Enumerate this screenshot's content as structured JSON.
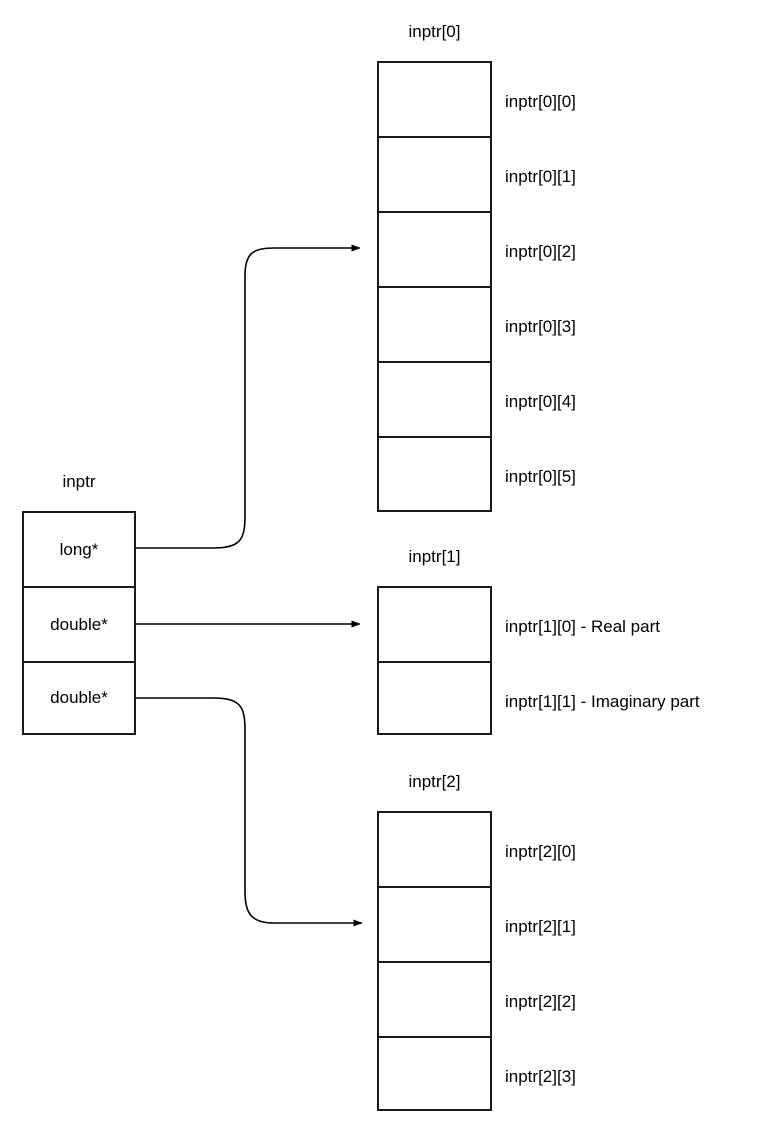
{
  "diagram": {
    "title_struct": "inptr",
    "struct_fields": [
      {
        "label": "long*"
      },
      {
        "label": "double*"
      },
      {
        "label": "double*"
      }
    ],
    "arrays": [
      {
        "title": "inptr[0]",
        "cells": [
          {
            "label": "inptr[0][0]"
          },
          {
            "label": "inptr[0][1]"
          },
          {
            "label": "inptr[0][2]"
          },
          {
            "label": "inptr[0][3]"
          },
          {
            "label": "inptr[0][4]"
          },
          {
            "label": "inptr[0][5]"
          }
        ]
      },
      {
        "title": "inptr[1]",
        "cells": [
          {
            "label": "inptr[1][0] - Real part"
          },
          {
            "label": "inptr[1][1] - Imaginary part"
          }
        ]
      },
      {
        "title": "inptr[2]",
        "cells": [
          {
            "label": "inptr[2][0]"
          },
          {
            "label": "inptr[2][1]"
          },
          {
            "label": "inptr[2][2]"
          },
          {
            "label": "inptr[2][3]"
          }
        ]
      }
    ],
    "colors": {
      "stroke": "#1a1a1a",
      "text": "#000000",
      "background": "#ffffff"
    }
  }
}
